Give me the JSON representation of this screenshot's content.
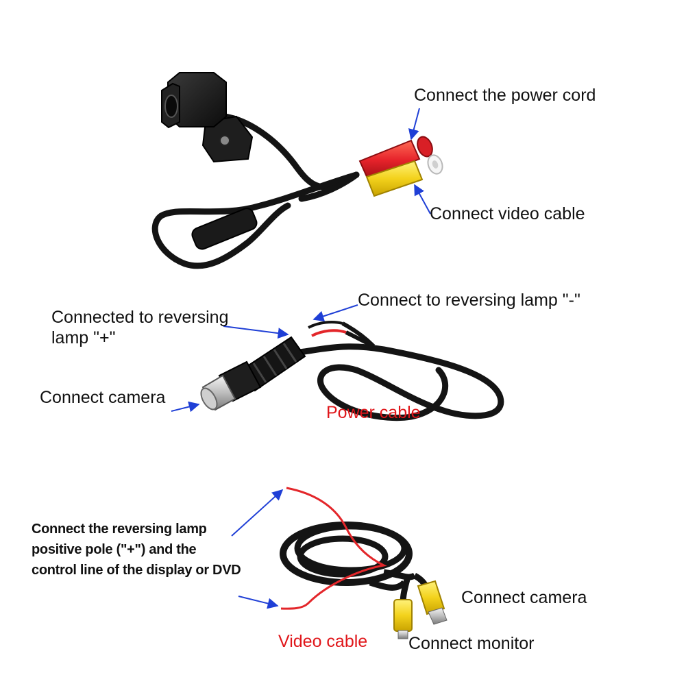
{
  "colors": {
    "arrow": "#1f3fd6",
    "cable": "#141414",
    "label": "#111111",
    "highlight_label": "#e0161a",
    "red_wire": "#e3262a",
    "yellow_plug": "#f3d21c",
    "red_plug": "#e6232b"
  },
  "panel_camera": {
    "power_cord_label": "Connect the power cord",
    "video_cable_label": "Connect video cable"
  },
  "panel_power": {
    "lamp_minus_label": "Connect to reversing lamp \"-\"",
    "lamp_plus_label_line1": "Connected to reversing",
    "lamp_plus_label_line2": "lamp \"+\"",
    "camera_label": "Connect camera",
    "title": "Power cable"
  },
  "panel_video": {
    "lamp_label_line1": "Connect the reversing lamp",
    "lamp_label_line2": "positive pole (\"+\") and the",
    "lamp_label_line3": "control line of the display or DVD",
    "camera_label": "Connect camera",
    "monitor_label": "Connect monitor",
    "title": "Video cable"
  }
}
